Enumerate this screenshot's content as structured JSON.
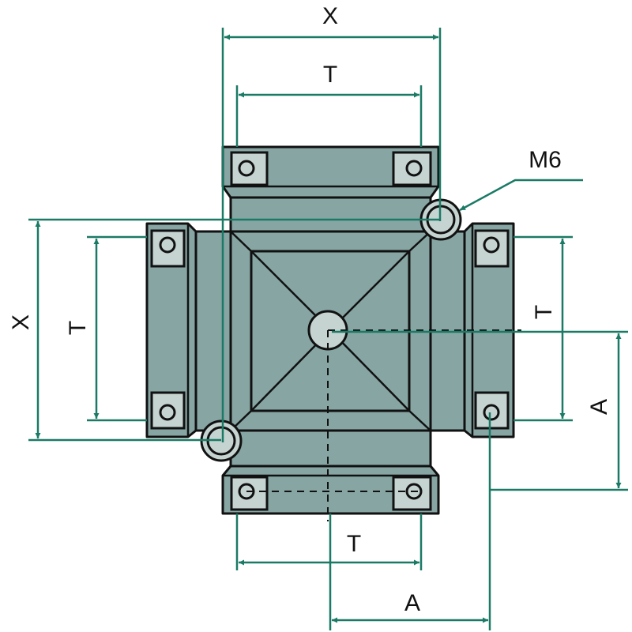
{
  "labels": {
    "top_x": "X",
    "top_t": "T",
    "left_x": "X",
    "left_t": "T",
    "right_t": "T",
    "right_a": "A",
    "bottom_t": "T",
    "bottom_a": "A",
    "thread": "M6"
  },
  "colors": {
    "body": "#86a5a3",
    "lug": "#c5d3d1",
    "dimension": "#1a7a65",
    "outline": "#111111"
  }
}
